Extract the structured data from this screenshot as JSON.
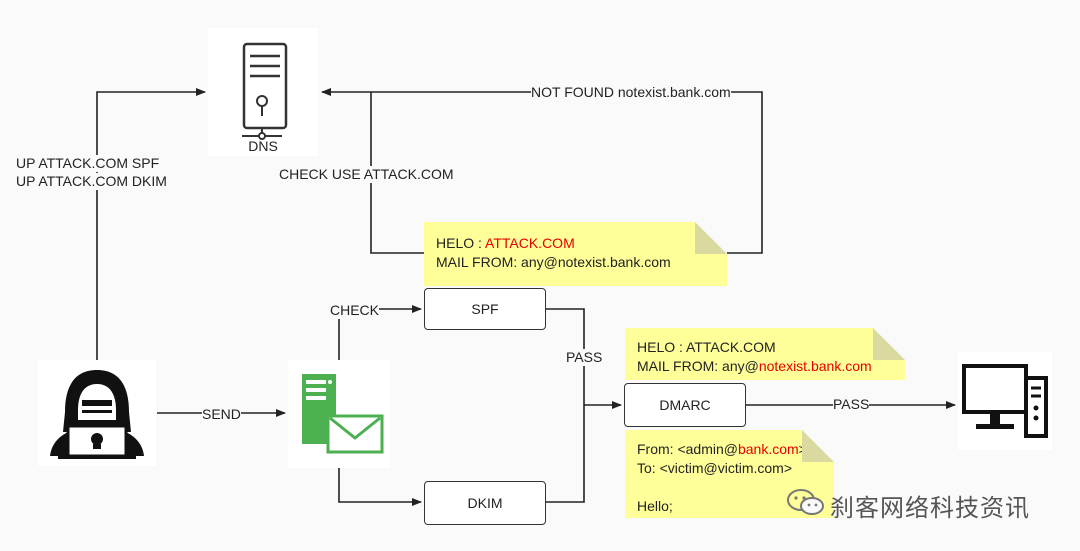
{
  "dns": {
    "label": "DNS",
    "icon": "dns-server-icon"
  },
  "labels": {
    "up_spf": "UP ATTACK.COM SPF",
    "up_dkim": "UP ATTACK.COM DKIM",
    "check_use": "CHECK USE ATTACK.COM",
    "not_found": "NOT FOUND notexist.bank.com",
    "check": "CHECK",
    "send": "SEND",
    "pass1": "PASS",
    "pass2": "PASS"
  },
  "boxes": {
    "spf": "SPF",
    "dkim": "DKIM",
    "dmarc": "DMARC"
  },
  "note1": {
    "helo_prefix": "HELO : ",
    "helo_domain": "ATTACK.COM",
    "mail_from": "MAIL FROM: any@notexist.bank.com"
  },
  "note2": {
    "helo": "HELO : ATTACK.COM",
    "mail_prefix": "MAIL FROM: any@",
    "mail_domain": "notexist.bank.com"
  },
  "note3": {
    "from_prefix": "From: <admin@",
    "from_domain": "bank.com",
    "from_suffix": ">",
    "to": "To: <victim@victim.com>",
    "body": "Hello;"
  },
  "watermark": "刹客网络科技资讯",
  "colors": {
    "accent_red": "#e60000",
    "note_yellow": "#ffff99",
    "server_green": "#4caf50"
  }
}
